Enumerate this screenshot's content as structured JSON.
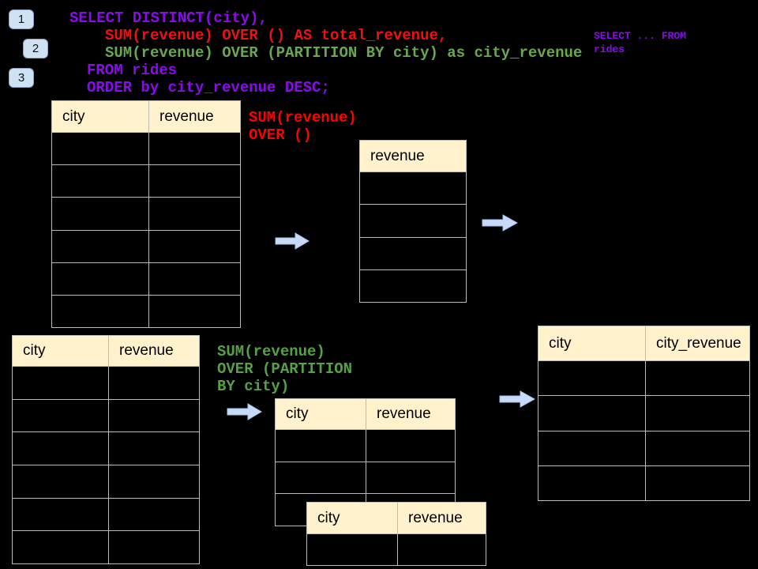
{
  "step_badges": [
    "1",
    "2",
    "3"
  ],
  "sql_code": {
    "line1": "SELECT DISTINCT(city),",
    "line2": "SUM(revenue) OVER () AS total_revenue,",
    "line3": "SUM(revenue) OVER (PARTITION BY city) as city_revenue",
    "line4": "FROM rides",
    "line5": "ORDER by city_revenue DESC;"
  },
  "side_note": "SELECT ... FROM rides",
  "annotations": {
    "total_window": {
      "line1": "SUM(revenue)",
      "line2": "OVER ()"
    },
    "partition_window": {
      "line1": "SUM(revenue)",
      "line2": "OVER (PARTITION",
      "line3": "BY city)"
    }
  },
  "tables": {
    "source_top": {
      "headers": [
        "city",
        "revenue"
      ],
      "row_count": 6
    },
    "total_result": {
      "headers": [
        "revenue"
      ],
      "row_count": 4
    },
    "source_bottom": {
      "headers": [
        "city",
        "revenue"
      ],
      "row_count": 6
    },
    "partition_step": {
      "headers": [
        "city",
        "revenue"
      ],
      "row_count": 3
    },
    "partition_step_overlay": {
      "headers": [
        "city",
        "revenue"
      ],
      "row_count": 1
    },
    "partition_result": {
      "headers": [
        "city",
        "city_revenue"
      ],
      "row_count": 4
    }
  },
  "colors": {
    "background": "#000000",
    "sql_purple": "#8A0BEB",
    "sql_red": "#EE1111",
    "sql_green": "#6AA84F",
    "annotation_red": "#FF0000",
    "annotation_green": "#55A245",
    "table_header_fill": "#FFF2CC",
    "table_border": "#BBBBBB",
    "arrow_fill": "#C9DAF8",
    "badge_fill": "#CFE2F3"
  }
}
